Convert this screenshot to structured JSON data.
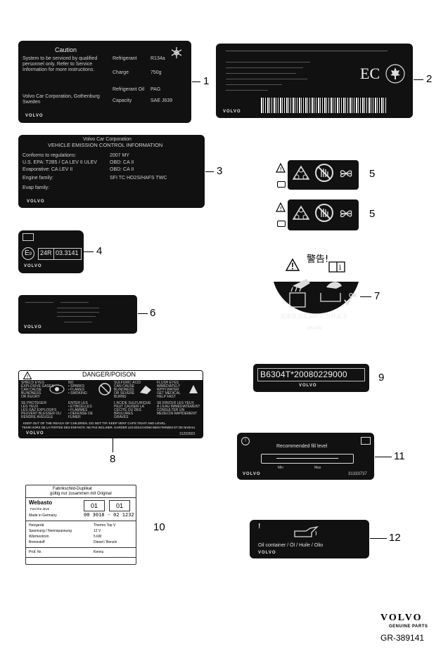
{
  "callouts": {
    "c1": "1",
    "c2": "2",
    "c3": "3",
    "c4": "4",
    "c5a": "5",
    "c5b": "5",
    "c6": "6",
    "c7": "7",
    "c8": "8",
    "c9": "9",
    "c10": "10",
    "c11": "11",
    "c12": "12"
  },
  "label1": {
    "title": "Caution",
    "left_lines": [
      "System to be serviced by qualified",
      "personnel only. Refer to Service",
      "Information for more instructions.",
      "",
      "Volvo Car Corporation, Gothenburg",
      "Sweden"
    ],
    "right_rows": [
      [
        "Refrigerant",
        "R134a"
      ],
      [
        "Charge",
        "750g"
      ],
      [
        "Refrigerant Oil",
        "PAG"
      ],
      [
        "Capacity",
        "SAE J639"
      ]
    ],
    "brand": "VOLVO"
  },
  "label2": {
    "brand": "VOLVO",
    "mark": "EC"
  },
  "label3": {
    "title1": "Volvo Car Corporation",
    "title2": "VEHICLE EMISSION CONTROL INFORMATION",
    "rows": [
      [
        "Conforms to regulations:",
        "2007 MY"
      ],
      [
        "U.S. EPA: T2B5 / CA LEV II ULEV",
        "OBD: CA II"
      ],
      [
        "Evaporative: CA LEV II",
        "OBD: CA II"
      ],
      [
        "Engine family:",
        "SFI TC HO2S/HAFS TWC"
      ],
      [
        "Evap family:",
        ""
      ]
    ],
    "brand": "VOLVO"
  },
  "label4": {
    "e_mark": "E",
    "e_num": "9",
    "reg": "24R",
    "code": "03.3141",
    "brand": "VOLVO"
  },
  "label5": {
    "warn": "!"
  },
  "label6": {
    "brand": "VOLVO"
  },
  "label7": {
    "header": "警告!",
    "chinese_text": "当液体温度高时切勿开盖子",
    "ok": "OK",
    "pressure": "145 kPa"
  },
  "label8": {
    "title": "DANGER/POISON",
    "cols": [
      [
        "SHIELD EYES",
        "EXPLOSIVE GASES",
        "CAN CAUSE",
        "BLINDNESS",
        "OR INJURY"
      ],
      [
        "NO",
        "• SPARKS",
        "• FLAMES",
        "• SMOKING"
      ],
      [
        "SULFURIC ACID",
        "CAN CAUSE",
        "BLINDNESS",
        "OR SEVERE",
        "BURNS"
      ],
      [
        "FLUSH EYES",
        "IMMEDIATELY",
        "WITH WATER",
        "GET MEDICAL",
        "HELP FAST"
      ]
    ],
    "cols_fr": [
      [
        "SE PROTEGER",
        "LES YEUX",
        "LES GAZ EXPLOSIFS",
        "PEUVENT BLESSER OU",
        "RENDRE AVEUGLE"
      ],
      [
        "ENTER LES",
        "• ETINCELLES",
        "• FLAMMES",
        "• DEFENSE DE",
        "FUMER"
      ],
      [
        "L'ACIDE SULFURIQUE",
        "PEUT CAUSER LA",
        "CECITE OU DES",
        "BRULURES",
        "GRAVES"
      ],
      [
        "SE RINCER LES YEUX",
        "A L'EAU IMMEDIATEMENT",
        "CONSULTER UN",
        "MEDECIN RAPIDEMENT"
      ]
    ],
    "footer1": "KEEP OUT OF THE REACH OF CHILDREN. DO NOT TIP. KEEP VENT CAPS TIGHT AND LEVEL.",
    "footer2": "TENIR HORS DE LA PORTEE DES ENFANTS. NE PAS INCLINER. GARDER LES BOUCHONS BIEN FERMES ET DE NIVEAU.",
    "brand": "VOLVO",
    "code": "31202603"
  },
  "label9": {
    "code": "B6304T*20080229000",
    "brand": "VOLVO"
  },
  "label10": {
    "header1": "Fabrikschild-Duplikat",
    "header2": "gültig nur zusammen mit Original",
    "brand": "Webasto",
    "tagline": "Feel the drive",
    "box1": "01",
    "box2": "01",
    "made": "Made in Germany",
    "serial": "00 3018 - 02 1232",
    "rows": [
      [
        "Heizgerät",
        "Thermo Top V"
      ],
      [
        "Spannung / Nennspannung",
        "12 V"
      ],
      [
        "Wärmestrom",
        "5 kW"
      ],
      [
        "Brennstoff",
        "Diesel / Benzin"
      ],
      [
        "Prüf. Nr.",
        "Kennz."
      ]
    ]
  },
  "label11": {
    "text": "Recommended fill level",
    "min": "Min",
    "max": "Max",
    "brand": "VOLVO",
    "code": "31333737"
  },
  "label12": {
    "warn": "!",
    "text": "Oil container / Öl / Huile / Olio",
    "brand": "VOLVO"
  },
  "footer": {
    "brand": "VOLVO",
    "subtitle": "GENUINE PARTS",
    "ref": "GR-389141"
  }
}
